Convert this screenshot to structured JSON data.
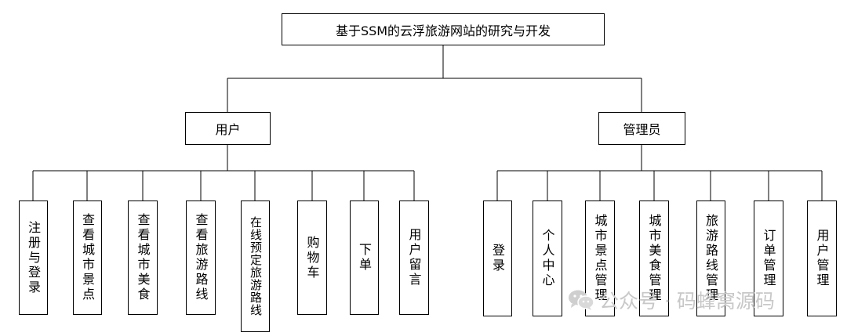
{
  "root": {
    "label": "基于SSM的云浮旅游网站的研究与开发"
  },
  "branches": [
    {
      "label": "用户",
      "children": [
        "注册与登录",
        "查看城市景点",
        "查看城市美食",
        "查看旅游路线",
        "在线预定旅游路线",
        "购物车",
        "下单",
        "用户留言"
      ]
    },
    {
      "label": "管理员",
      "children": [
        "登录",
        "个人中心",
        "城市景点管理",
        "城市美食管理",
        "旅游路线管理",
        "订单管理",
        "用户管理"
      ]
    }
  ],
  "watermark": {
    "text": "公众号 · 码蜂窝源码",
    "icon": "wechat-icon"
  }
}
